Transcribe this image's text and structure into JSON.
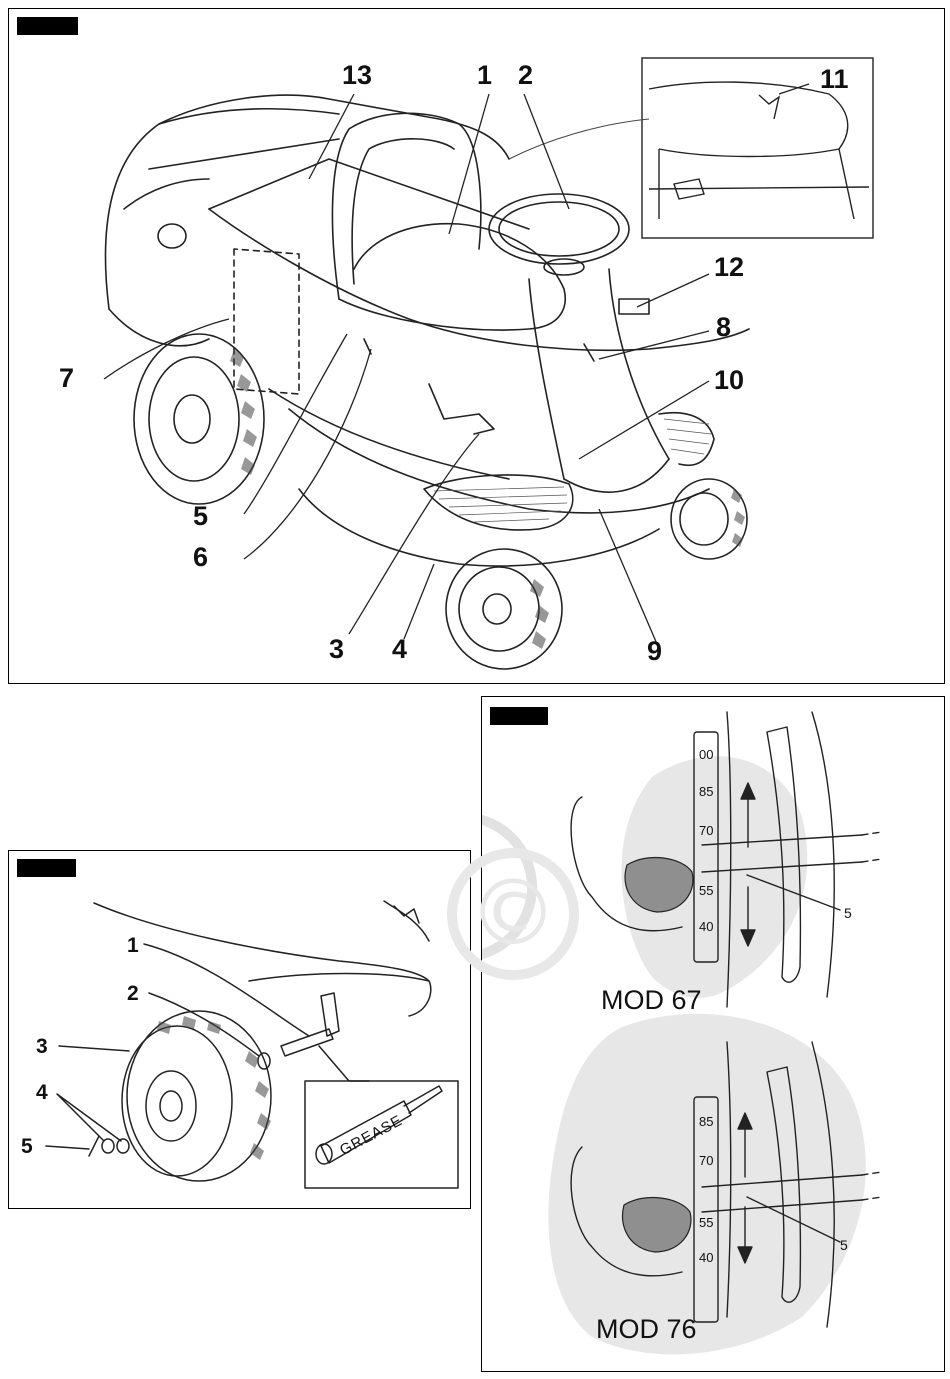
{
  "figure1": {
    "callouts": [
      "13",
      "1",
      "2",
      "11",
      "12",
      "8",
      "10",
      "7",
      "5",
      "6",
      "3",
      "4",
      "9"
    ]
  },
  "figure2": {
    "callouts": [
      "1",
      "2",
      "3",
      "4",
      "5"
    ],
    "grease_label": "GREASE"
  },
  "figure3": {
    "callout": "5",
    "model_top": "MOD 67",
    "model_bottom": "MOD 76",
    "scale_top": [
      "00",
      "85",
      "70",
      "55",
      "40"
    ],
    "scale_bottom": [
      "85",
      "70",
      "55",
      "40"
    ]
  },
  "watermark": "©"
}
